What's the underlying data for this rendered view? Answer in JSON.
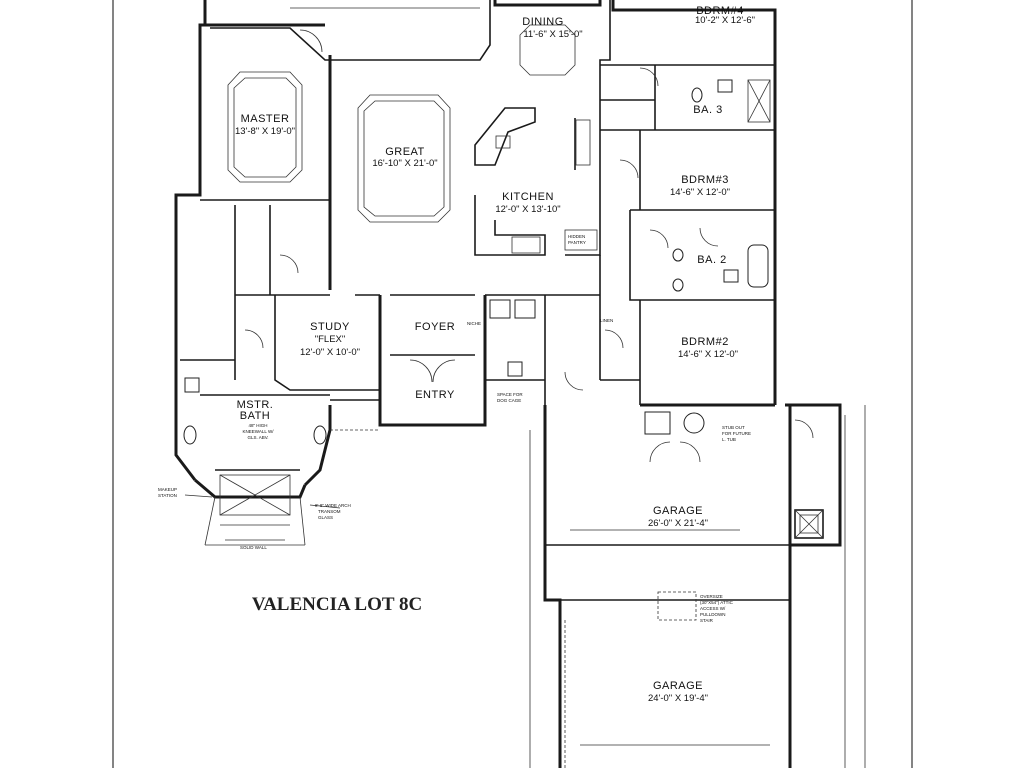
{
  "plan": {
    "title": "VALENCIA LOT 8C",
    "rooms": {
      "dining": {
        "name": "DINING",
        "size": "11'-6\" X 15'-0\""
      },
      "bdrm4": {
        "name": "BDRM#4",
        "size": "10'-2\" X 12'-6\""
      },
      "ba3": {
        "name": "BA. 3"
      },
      "master": {
        "name": "MASTER",
        "size": "13'-8\" X 19'-0\""
      },
      "great": {
        "name": "GREAT",
        "size": "16'-10\" X 21'-0\""
      },
      "kitchen": {
        "name": "KITCHEN",
        "size": "12'-0\" X 13'-10\""
      },
      "bdrm3": {
        "name": "BDRM#3",
        "size": "14'-6\" X 12'-0\""
      },
      "ba2": {
        "name": "BA. 2"
      },
      "study": {
        "name": "STUDY",
        "sub": "\"FLEX\"",
        "size": "12'-0\" X 10'-0\""
      },
      "foyer": {
        "name": "FOYER"
      },
      "entry": {
        "name": "ENTRY"
      },
      "bdrm2": {
        "name": "BDRM#2",
        "size": "14'-6\" X 12'-0\""
      },
      "mstrbath": {
        "name": "MSTR.",
        "sub": "BATH"
      },
      "garage1": {
        "name": "GARAGE",
        "size": "26'-0\" X 21'-4\""
      },
      "garage2": {
        "name": "GARAGE",
        "size": "24'-0\" X 19'-4\""
      }
    },
    "notes": {
      "kneewall": [
        "48\" HIGH",
        "KNEEWALL W/",
        "GLS. ABV."
      ],
      "makeup": [
        "MAKEUP",
        "STATION"
      ],
      "arch": [
        "8'-8\" WIDE ARCH",
        "TRANSOM",
        "GLASS"
      ],
      "solid": "SOLID WALL",
      "stub": [
        "STUB OUT",
        "FOR FUTURE",
        "L. TUB"
      ],
      "attic": [
        "OVERSIZE",
        "(30\"X54\") ATTIC",
        "ACCESS W/",
        "PULLDOWN",
        "STAIR"
      ],
      "dogcage": [
        "SPACE FOR",
        "DOG CAGE"
      ],
      "pantry": [
        "HIDDEN",
        "PANTRY"
      ],
      "linen": "LINEN",
      "niche": "NICHE"
    }
  }
}
